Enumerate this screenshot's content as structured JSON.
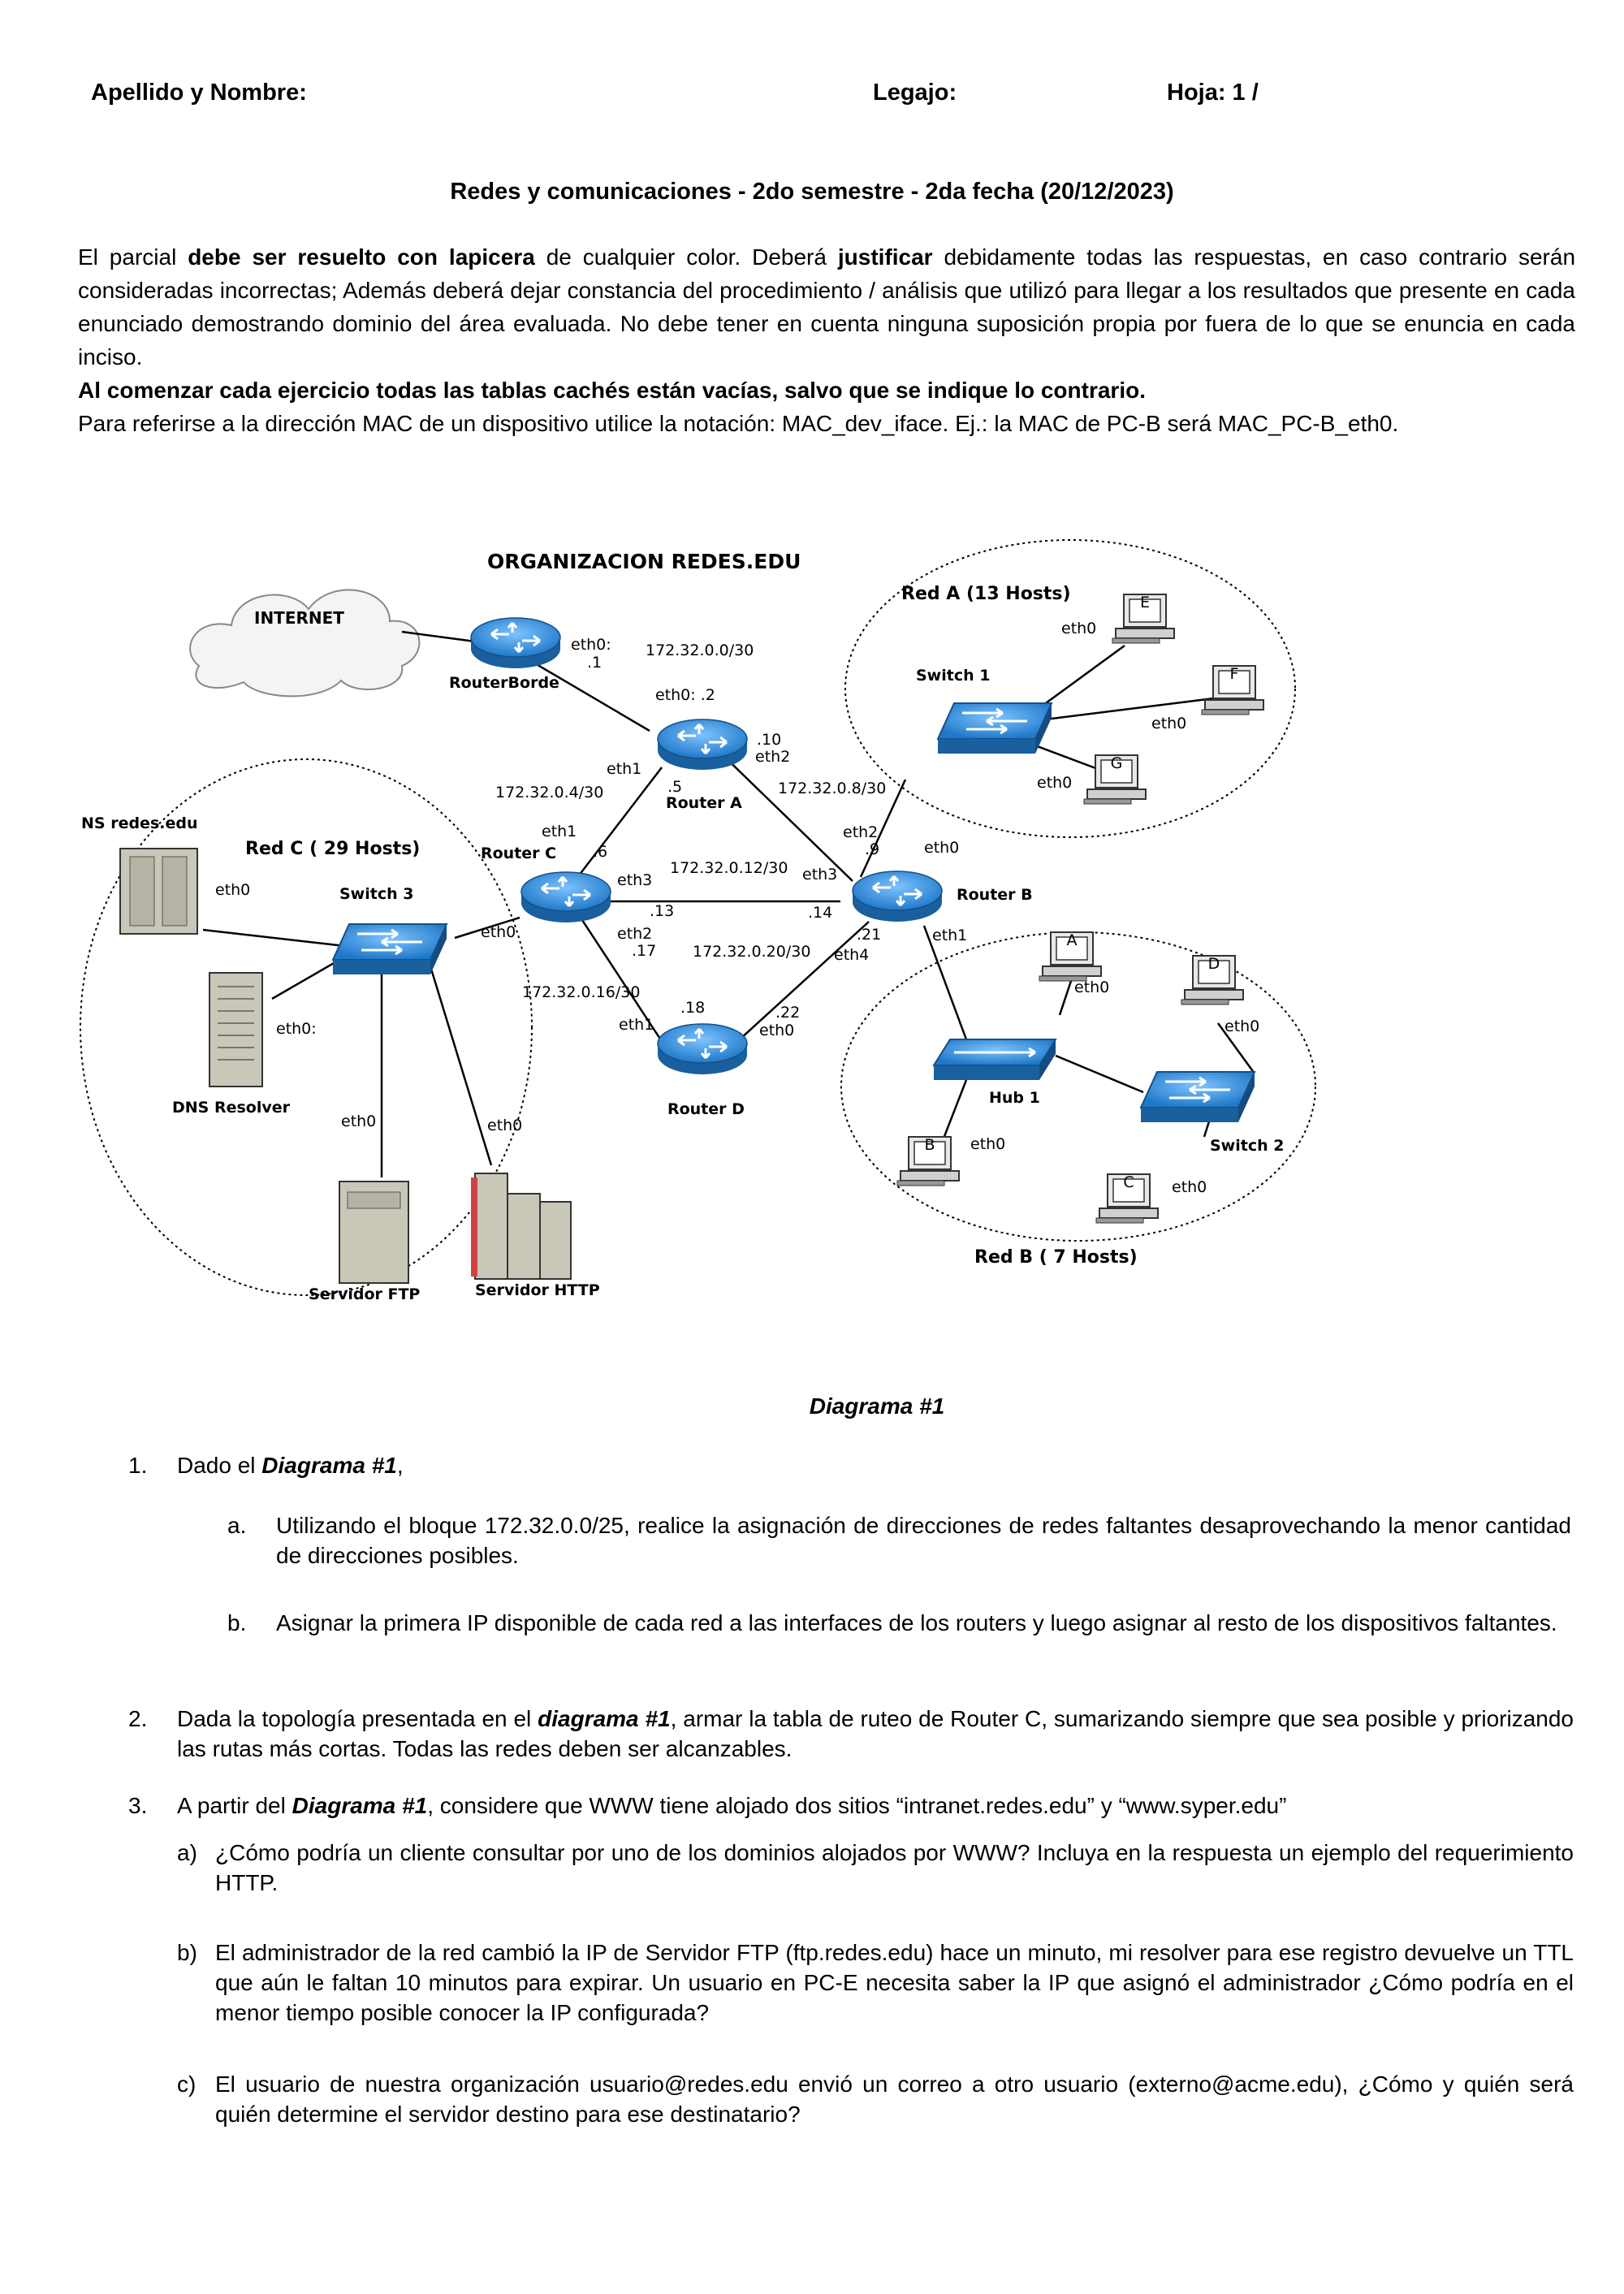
{
  "header": {
    "name_label": "Apellido y Nombre:",
    "legajo_label": "Legajo:",
    "hoja_label": "Hoja: 1 /"
  },
  "title": "Redes y comunicaciones - 2do semestre - 2da fecha (20/12/2023)",
  "intro": {
    "p1_a": "El parcial ",
    "p1_b": "debe ser resuelto con lapicera",
    "p1_c": " de cualquier color. Deberá ",
    "p1_d": "justificar",
    "p1_e": " debidamente todas las respuestas, en caso contrario serán consideradas incorrectas; Además deberá dejar constancia del procedimiento / análisis que utilizó para llegar a los resultados que presente en cada enunciado demostrando dominio del área evaluada. No debe tener en cuenta ninguna suposición propia por fuera de lo que se enuncia en cada inciso.",
    "p2": "Al comenzar cada ejercicio todas las tablas cachés están vacías, salvo que se indique lo contrario.",
    "p3": "Para referirse a la dirección MAC de un dispositivo utilice la notación: MAC_dev_iface. Ej.: la MAC de PC-B será MAC_PC-B_eth0."
  },
  "diagram": {
    "title": "ORGANIZACION REDES.EDU",
    "caption": "Diagrama #1",
    "internet": "INTERNET",
    "router_borde": "RouterBorde",
    "router_a": "Router A",
    "router_b": "Router B",
    "router_c": "Router C",
    "router_d": "Router D",
    "switch1": "Switch 1",
    "switch2": "Switch 2",
    "switch3": "Switch 3",
    "hub1": "Hub 1",
    "red_a": "Red A (13 Hosts)",
    "red_b": "Red B ( 7  Hosts)",
    "red_c": "Red C ( 29 Hosts)",
    "ns": "NS redes.edu",
    "dns_resolver": "DNS Resolver",
    "ftp": "Servidor FTP",
    "http": "Servidor HTTP",
    "pcs": [
      "E",
      "F",
      "G",
      "A",
      "B",
      "C",
      "D"
    ],
    "nets": [
      "172.32.0.0/30",
      "172.32.0.4/30",
      "172.32.0.8/30",
      "172.32.0.12/30",
      "172.32.0.16/30",
      "172.32.0.20/30"
    ],
    "ifaces": {
      "borde_eth0": "eth0:",
      "borde_ip": ".1",
      "ra_eth0": "eth0: .2",
      "ra_eth2_ip": ".10",
      "ra_eth2": "eth2",
      "ra_eth1": "eth1",
      "ra_eth1_ip": ".5",
      "rc_eth1": "eth1",
      "rc_eth1_ip": ".6",
      "rc_eth3": "eth3",
      "rc_eth3_ip": ".13",
      "rc_eth2": "eth2",
      "rc_eth2_ip": ".17",
      "rc_eth0": "eth0",
      "rb_eth2": "eth2",
      "rb_eth2_ip": ".9",
      "rb_eth3": "eth3",
      "rb_eth3_ip": ".14",
      "rb_eth0": "eth0",
      "rb_eth1": "eth1",
      "rb_eth4_ip": ".21",
      "rb_eth4": "eth4",
      "rd_eth1_ip": ".18",
      "rd_eth1": "eth1",
      "rd_eth0_ip": ".22",
      "rd_eth0": "eth0",
      "e_eth0": "eth0",
      "f_eth0": "eth0",
      "g_eth0": "eth0",
      "a_eth0": "eth0",
      "b_eth0": "eth0",
      "c_eth0": "eth0",
      "d_eth0": "eth0",
      "ns_eth0": "eth0",
      "dns_eth0": "eth0:",
      "ftp_eth0": "eth0",
      "http_eth0": "eth0"
    }
  },
  "questions": {
    "q1": {
      "num": "1.",
      "a": "Dado el ",
      "b": "Diagrama #1",
      "c": ",",
      "sub_a_label": "a.",
      "sub_a": "Utilizando el bloque 172.32.0.0/25, realice la asignación de direcciones de redes faltantes desaprovechando la menor cantidad de direcciones posibles.",
      "sub_b_label": "b.",
      "sub_b": "Asignar la primera IP disponible de cada red a las interfaces de los routers y luego asignar al resto de los dispositivos faltantes."
    },
    "q2": {
      "num": "2.",
      "a": "Dada la topología presentada en el ",
      "b": "diagrama #1",
      "c": ", armar la tabla de ruteo de Router C, sumarizando siempre que sea posible y priorizando las rutas más cortas. Todas las redes deben ser alcanzables."
    },
    "q3": {
      "num": "3.",
      "a": "A partir del ",
      "b": "Diagrama #1",
      "c": ", considere que WWW tiene alojado dos sitios “intranet.redes.edu” y “www.syper.edu”",
      "sub_a_label": "a)",
      "sub_a": "¿Cómo podría un cliente consultar por uno de los dominios alojados por WWW? Incluya en la respuesta un ejemplo del requerimiento HTTP.",
      "sub_b_label": "b)",
      "sub_b": "El administrador de la red cambió la IP de Servidor FTP (ftp.redes.edu) hace un minuto, mi resolver para ese registro devuelve un TTL que aún le faltan 10 minutos para expirar. Un usuario en PC-E necesita saber la IP que asignó el administrador ¿Cómo podría en el menor tiempo posible conocer la IP configurada?",
      "sub_c_label": "c)",
      "sub_c": "El usuario de nuestra organización usuario@redes.edu envió un correo a otro usuario (externo@acme.edu), ¿Cómo y quién será quién determine el servidor destino para ese destinatario?"
    }
  }
}
